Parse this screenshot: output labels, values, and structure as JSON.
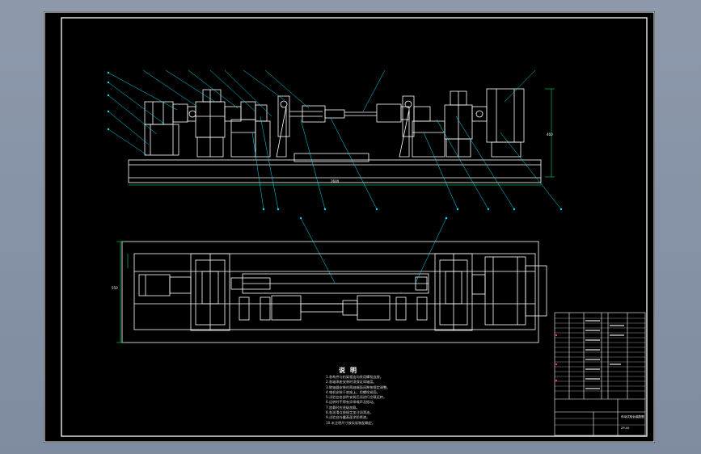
{
  "drawing": {
    "notes_title": "说明",
    "notes": [
      "1.各构件与机架相连均采用螺栓连接。",
      "2.各轴承座安装时须保证同轴度。",
      "3.联轴器安装时两轴端面间隙按规定调整。",
      "4.电机安装于底座上，用螺栓紧固。",
      "5.试验台各部件安装后须进行空载运转。",
      "6.运转时不得有异常噪声及振动。",
      "7.加载时应逐级加载。",
      "8.各润滑点按规定加注润滑油。",
      "9.试验台外露表面涂防锈漆。",
      "10.未注明尺寸按实际装配确定。"
    ],
    "dim_total_length": "2600",
    "dim_height": "460",
    "dim_width": "550",
    "title_block_name": "传动试验台装配图",
    "title_block_code": "ZP-00"
  },
  "colors": {
    "background": "#8d99ab",
    "canvas": "#000000",
    "line": "#ffffff",
    "dim_line": "#00ff66",
    "leader": "#00e5ff",
    "accent_red": "#ff3b3b"
  }
}
